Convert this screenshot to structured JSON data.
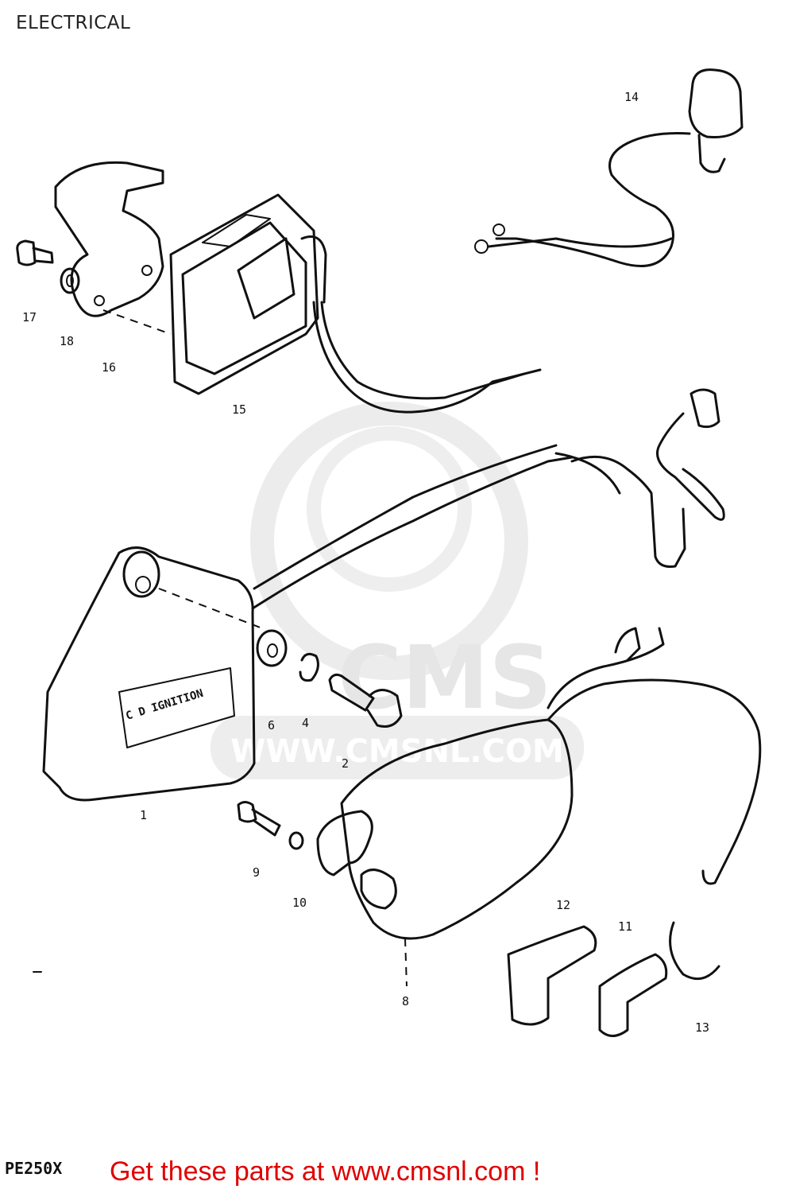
{
  "header": {
    "title": "ELECTRICAL"
  },
  "watermark": {
    "brand": "CMS",
    "url": "WWW.CMSNL.COM"
  },
  "component_label": {
    "line1": "C D IGNITION"
  },
  "callouts": [
    "14",
    "17",
    "18",
    "16",
    "15",
    "6",
    "4",
    "2",
    "1",
    "9",
    "10",
    "8",
    "12",
    "11",
    "13"
  ],
  "footer": {
    "model_code": "PE250X",
    "cta_text": "Get these parts at www.cmsnl.com !",
    "cta_color": "#e00000"
  }
}
